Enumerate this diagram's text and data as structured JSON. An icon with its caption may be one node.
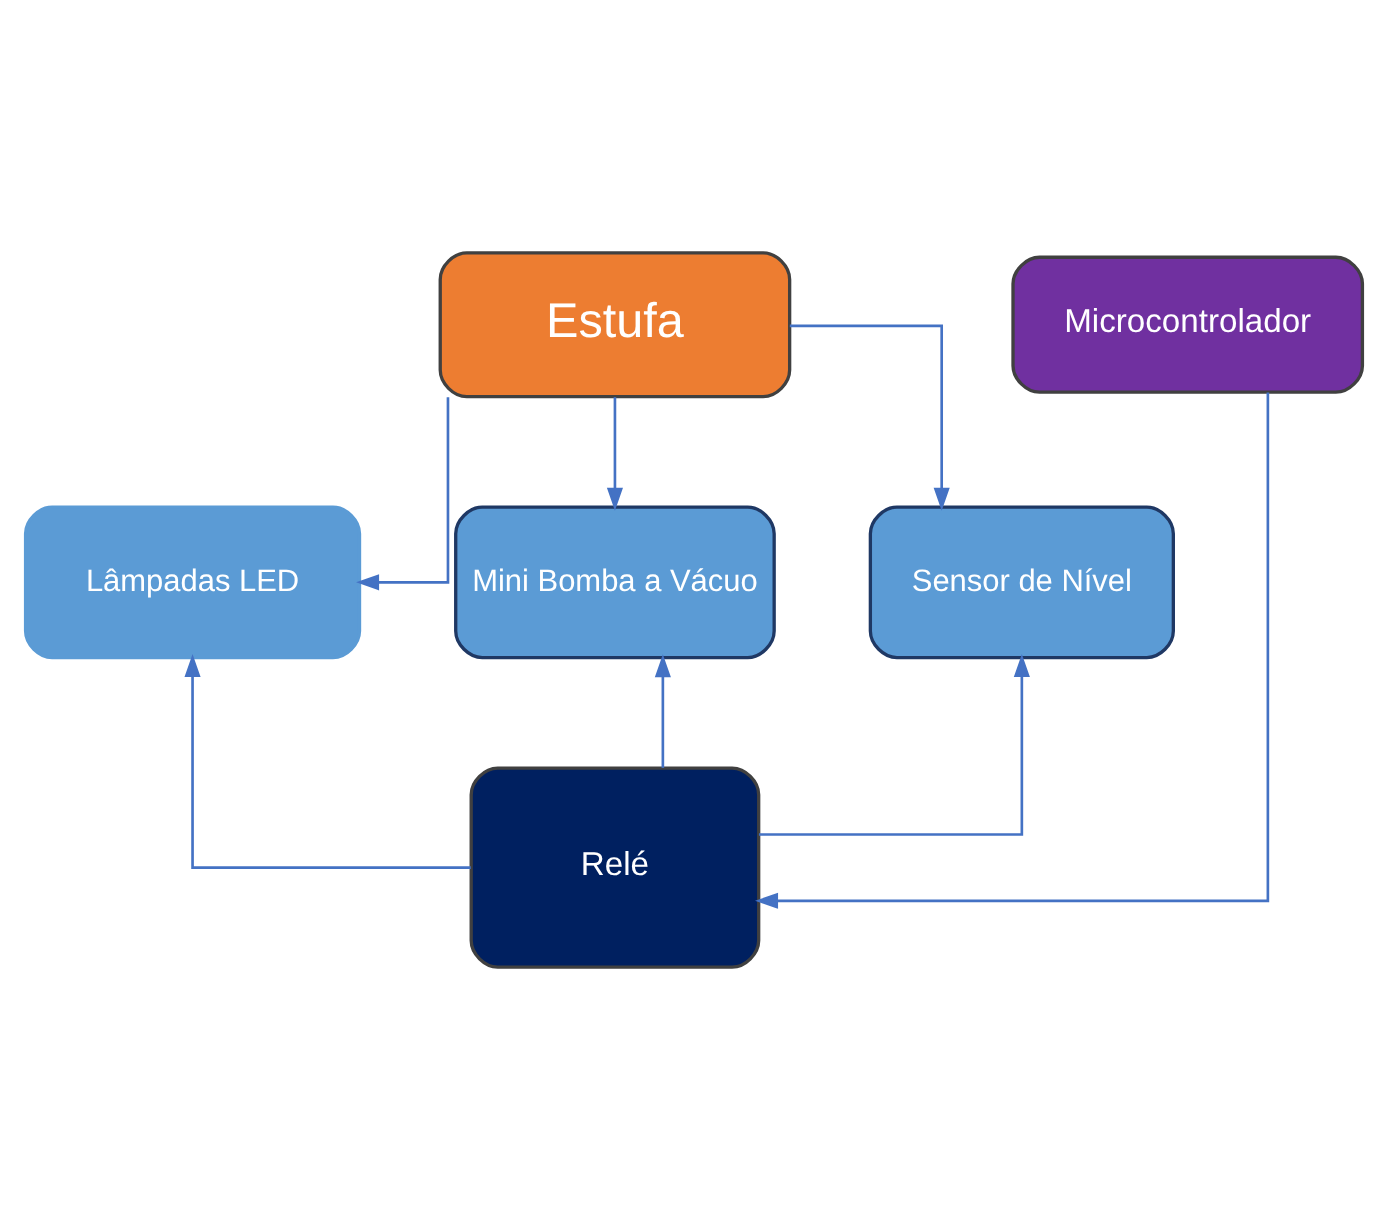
{
  "diagram": {
    "nodes": [
      {
        "text": [
          "Estufa"
        ]
      },
      {
        "text": [
          "Lâmpadas LED"
        ]
      },
      {
        "text": [
          "Mini Bomba a Vácuo"
        ]
      },
      {
        "text": [
          "Sensor de Nível"
        ]
      },
      {
        "text": [
          "Relé"
        ]
      },
      {
        "text": [
          "Microcontrolador"
        ]
      }
    ],
    "edges": [
      {
        "from": 0,
        "to": 1,
        "arrow": "to"
      },
      {
        "from": 0,
        "to": 2,
        "arrow": "to"
      },
      {
        "from": 0,
        "to": 3,
        "arrow": "to"
      },
      {
        "from": 4,
        "to": 1,
        "arrow": "to"
      },
      {
        "from": 4,
        "to": 2,
        "arrow": "to"
      },
      {
        "from": 4,
        "to": 3,
        "arrow": "to"
      },
      {
        "from": 5,
        "to": 4,
        "arrow": "to"
      }
    ]
  }
}
